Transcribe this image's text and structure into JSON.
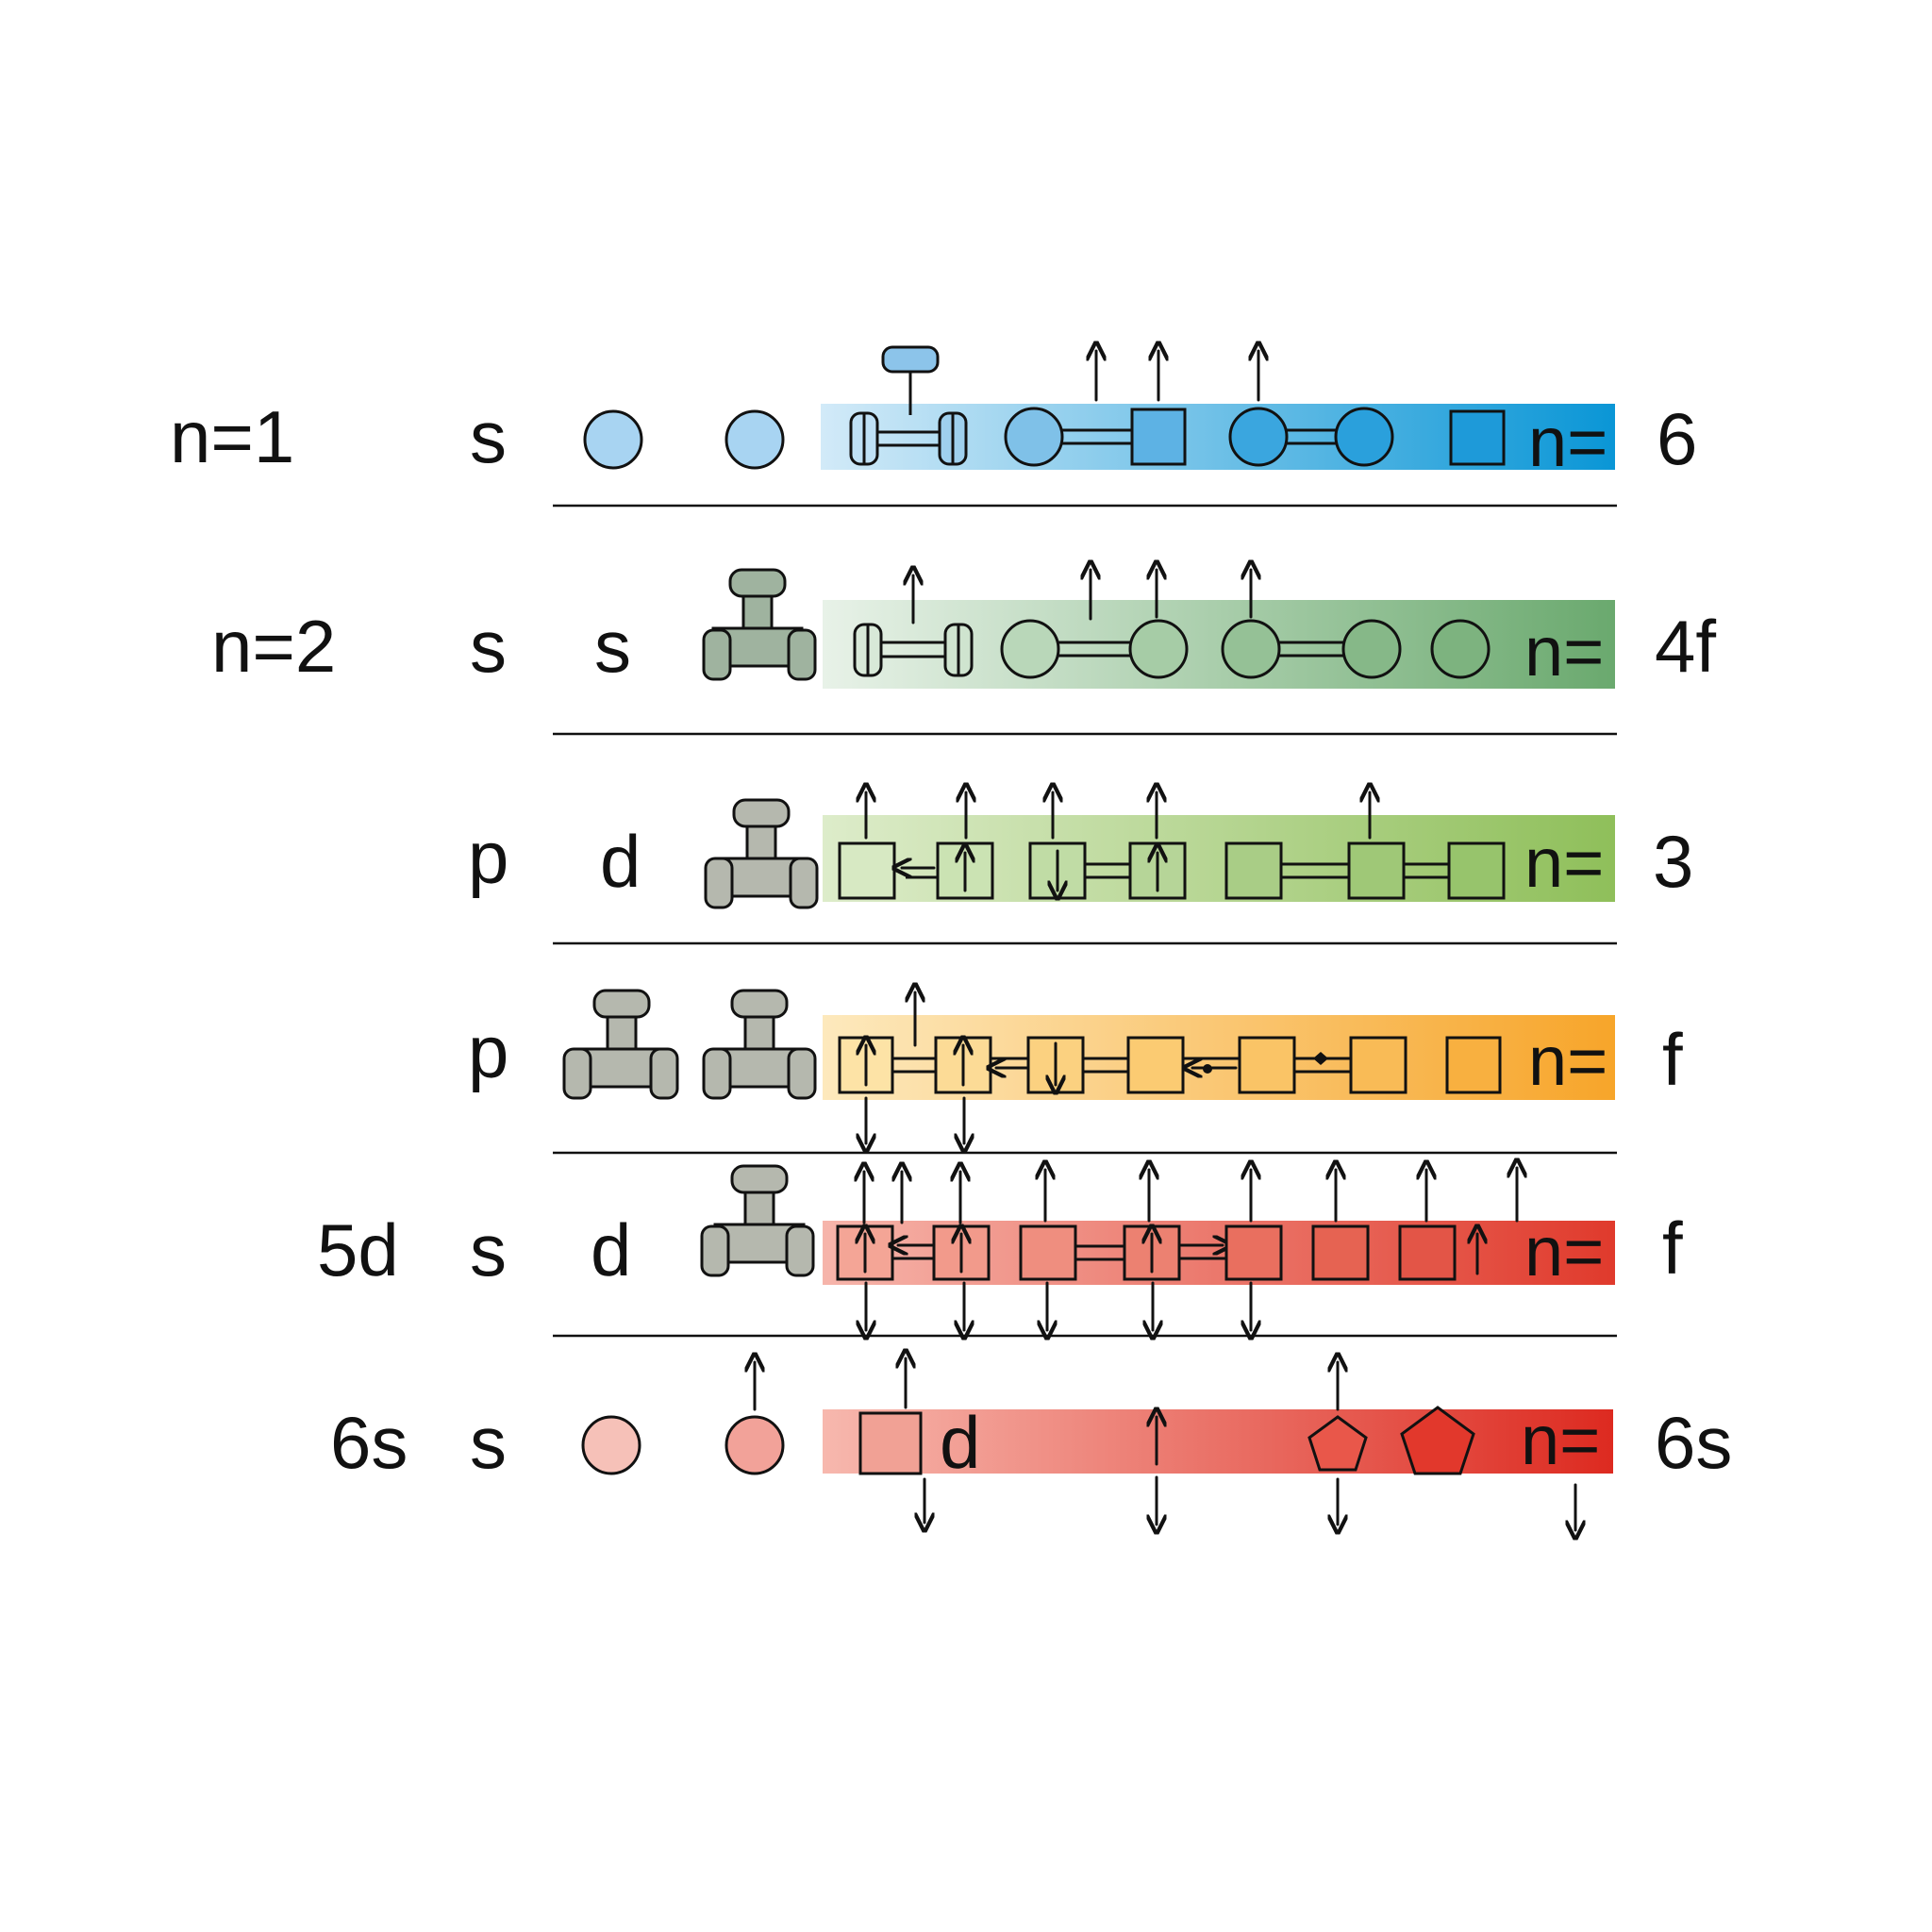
{
  "labels": {
    "left_n1": "n=1",
    "left_n2": "n=2",
    "left_5d": "5d",
    "left_6s": "6s",
    "right_1": "6",
    "right_2": "4f",
    "right_3": "3",
    "right_4": "f",
    "right_5": "f",
    "right_6": "6s",
    "band_tail": "n=",
    "row6_d": "d"
  },
  "rows": [
    {
      "col_a": "s",
      "col_b": ""
    },
    {
      "col_a": "s",
      "col_b": "s"
    },
    {
      "col_a": "p",
      "col_b": "d"
    },
    {
      "col_a": "p",
      "col_b": ""
    },
    {
      "col_a": "s",
      "col_b": "d"
    },
    {
      "col_a": "s",
      "col_b": ""
    }
  ],
  "colors": {
    "blue_light": "#cfe8f7",
    "blue_dark": "#0a96d6",
    "green_light": "#e6f1e6",
    "green_dark": "#6aa96e",
    "olive_light": "#dcebc8",
    "olive_dark": "#8fbf5a",
    "orange_light": "#fde7b8",
    "orange_dark": "#f7a82a",
    "red_light": "#f6b1a7",
    "red_dark": "#e03a2c",
    "red6_dark": "#e0281f",
    "fitting_gray": "#b5b8ae",
    "fitting_green": "#9fb39f",
    "fitting_blue": "#8cc4ea"
  }
}
